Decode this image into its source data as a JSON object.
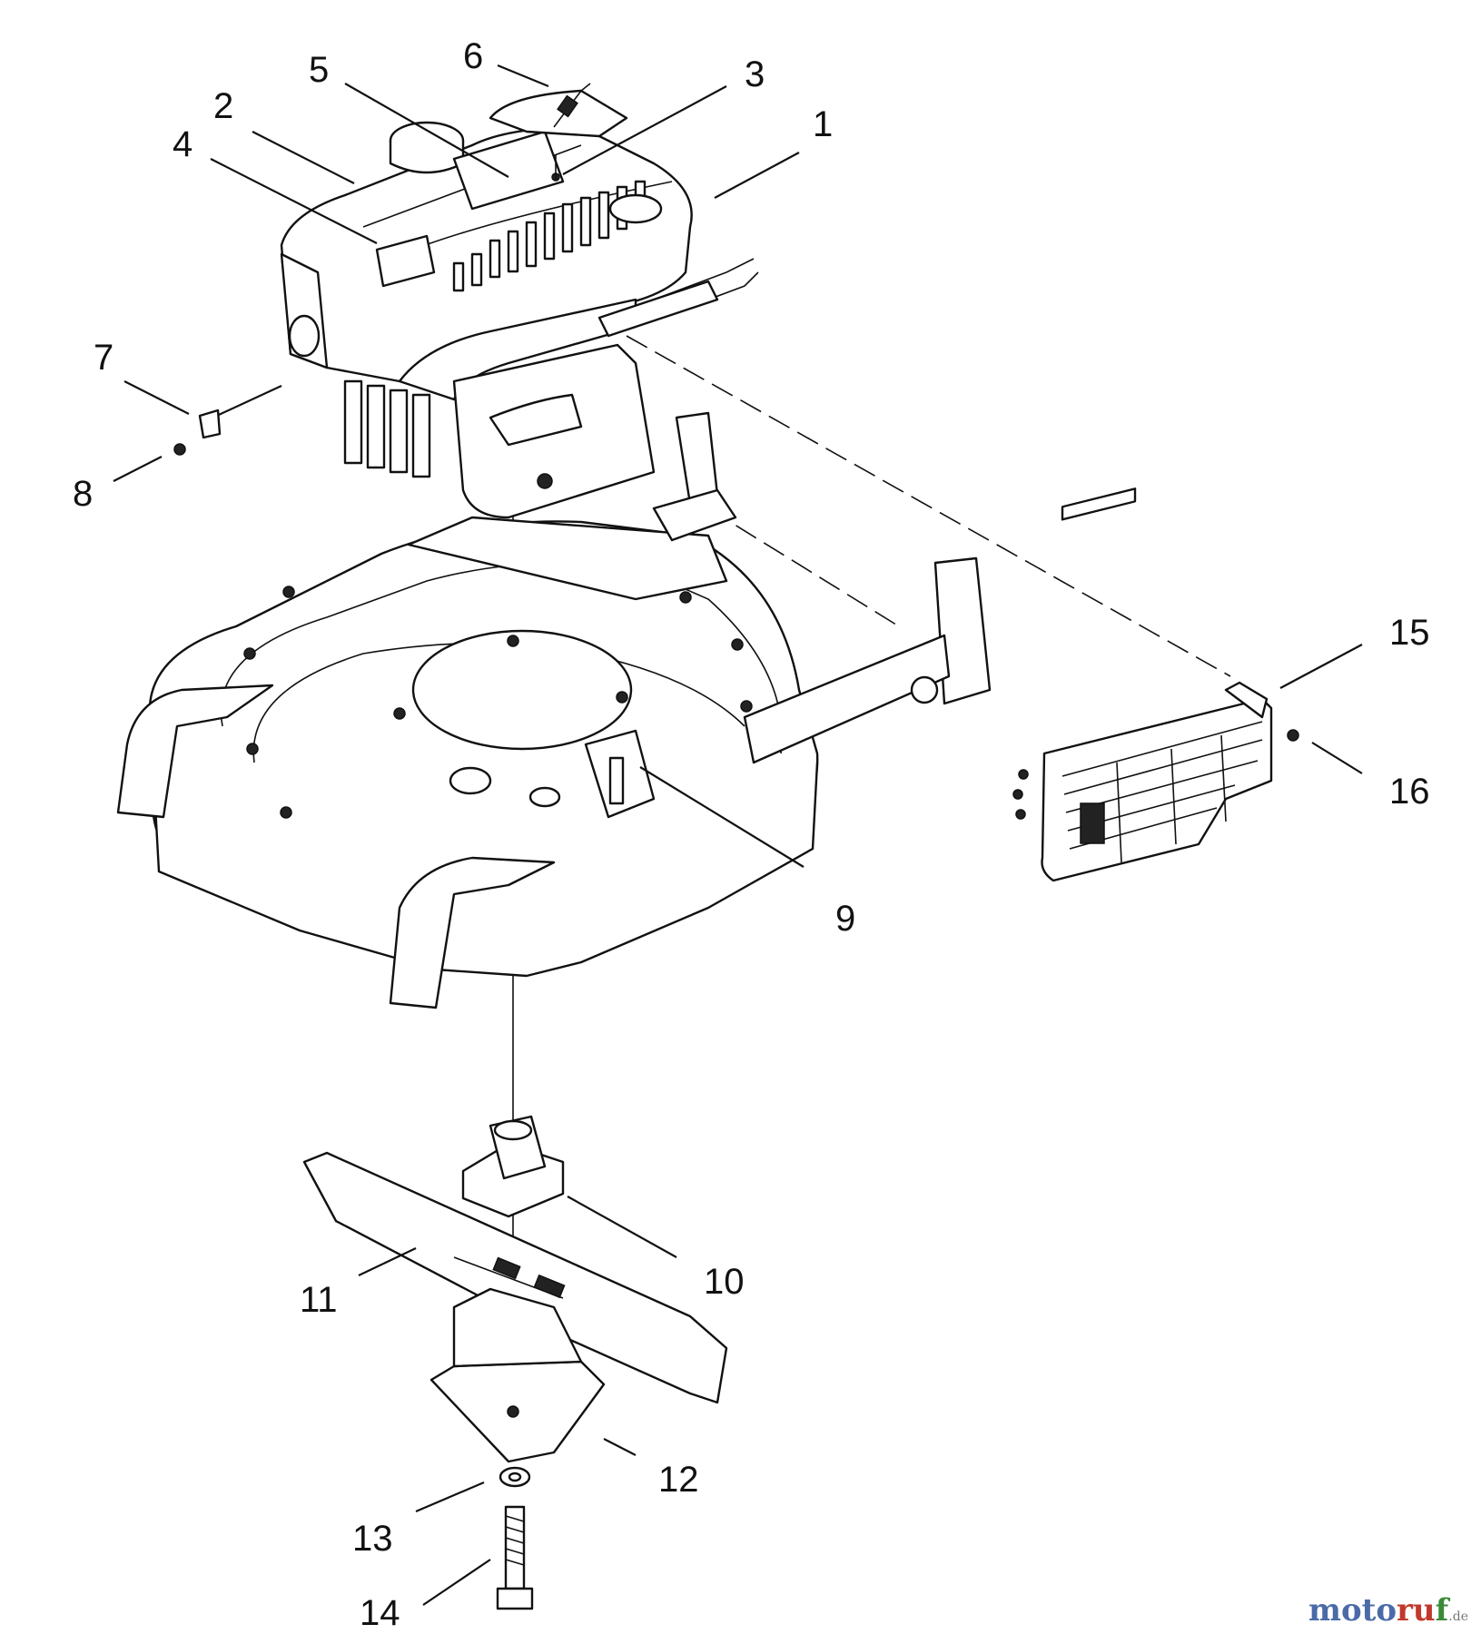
{
  "diagram": {
    "callouts": [
      {
        "id": "1",
        "label": "1"
      },
      {
        "id": "2",
        "label": "2"
      },
      {
        "id": "3",
        "label": "3"
      },
      {
        "id": "4",
        "label": "4"
      },
      {
        "id": "5",
        "label": "5"
      },
      {
        "id": "6",
        "label": "6"
      },
      {
        "id": "7",
        "label": "7"
      },
      {
        "id": "8",
        "label": "8"
      },
      {
        "id": "9",
        "label": "9"
      },
      {
        "id": "10",
        "label": "10"
      },
      {
        "id": "11",
        "label": "11"
      },
      {
        "id": "12",
        "label": "12"
      },
      {
        "id": "13",
        "label": "13"
      },
      {
        "id": "14",
        "label": "14"
      },
      {
        "id": "15",
        "label": "15"
      },
      {
        "id": "16",
        "label": "16"
      }
    ]
  },
  "watermark": {
    "part1": "moto",
    "part2": "ru",
    "part3": "f",
    "tld": ".de"
  }
}
